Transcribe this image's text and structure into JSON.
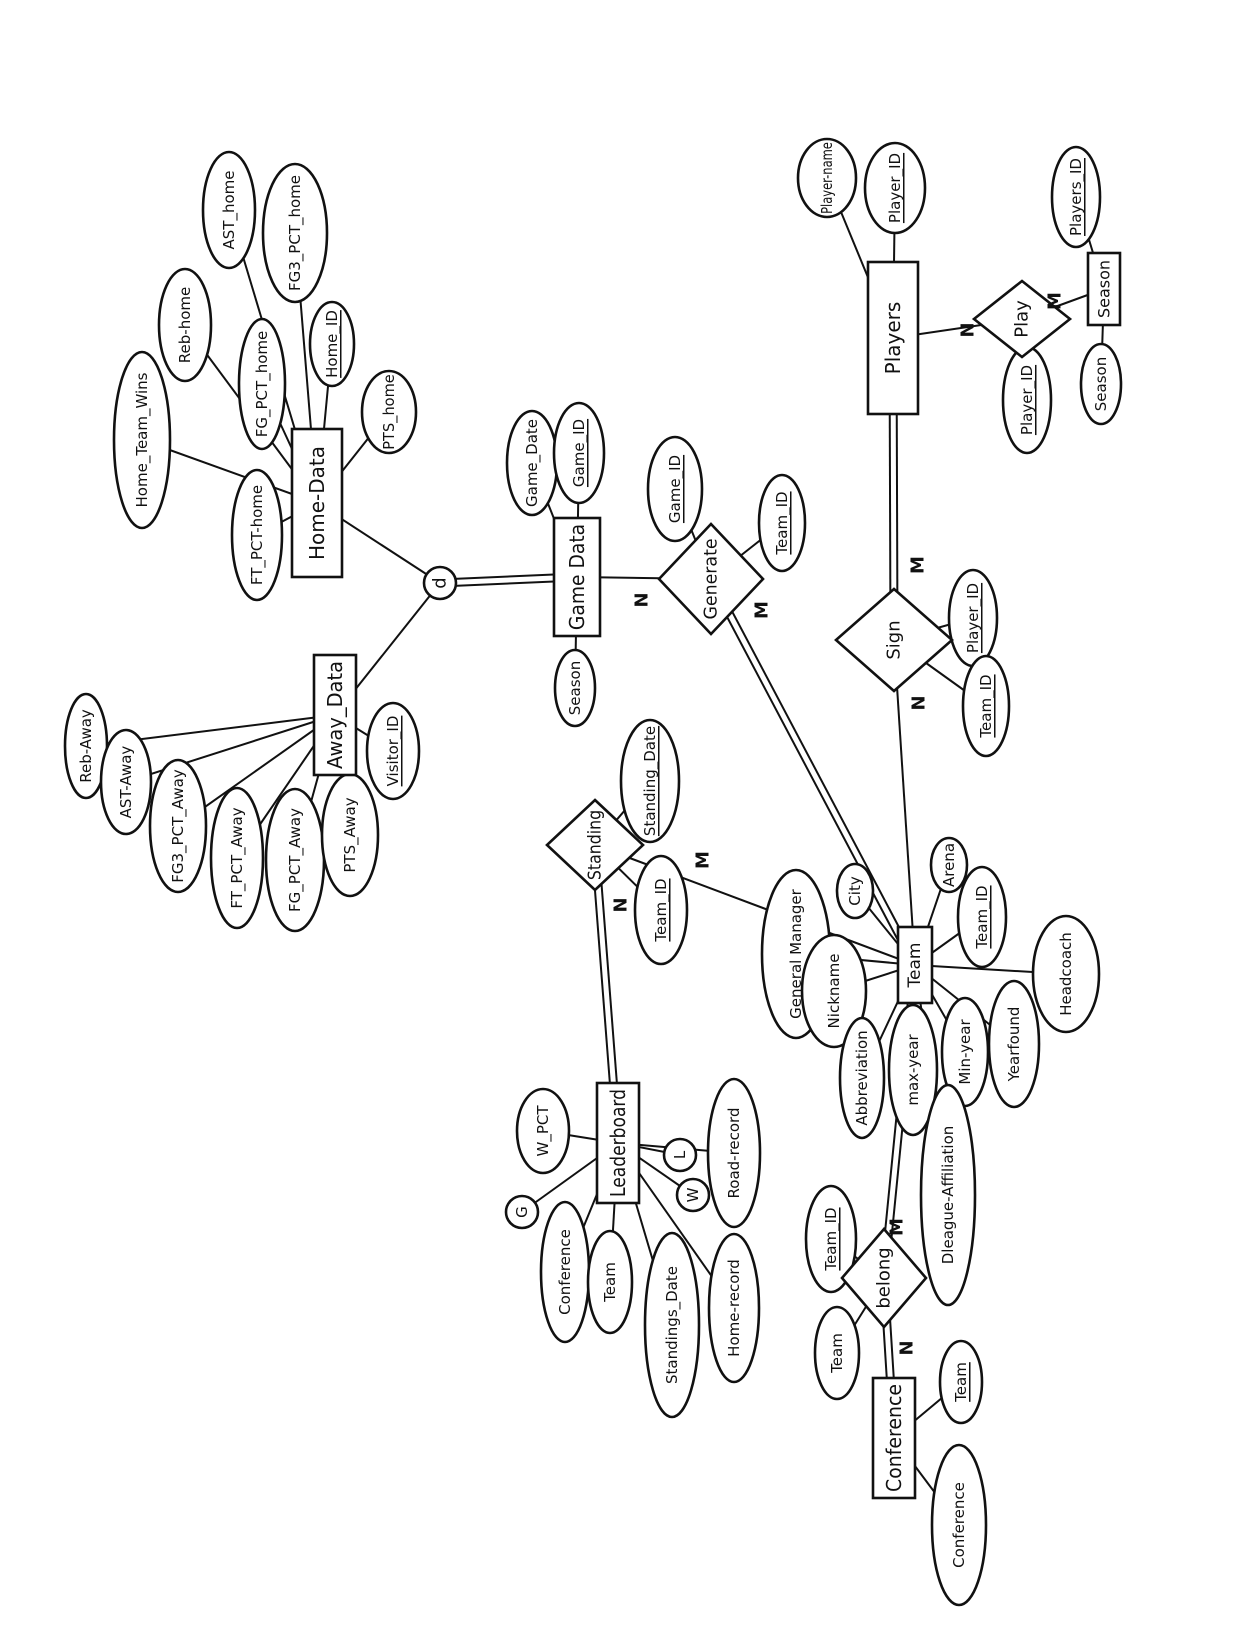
{
  "entities": [
    {
      "id": "players",
      "label": "Players"
    },
    {
      "id": "season",
      "label": "Season"
    },
    {
      "id": "home_data",
      "label": "Home-Data"
    },
    {
      "id": "game_data",
      "label": "Game Data"
    },
    {
      "id": "away_data",
      "label": "Away_Data"
    },
    {
      "id": "team",
      "label": "Team"
    },
    {
      "id": "leaderboard",
      "label": "Leaderboard"
    },
    {
      "id": "conference",
      "label": "Conference"
    }
  ],
  "relationships": [
    {
      "id": "play",
      "label": "Play"
    },
    {
      "id": "sign",
      "label": "Sign"
    },
    {
      "id": "generate",
      "label": "Generate"
    },
    {
      "id": "standing",
      "label": "Standing"
    },
    {
      "id": "belong",
      "label": "belong"
    },
    {
      "id": "disjoint",
      "label": "d"
    }
  ],
  "attributes": [
    {
      "id": "player_name",
      "label": "Player-name",
      "key": false
    },
    {
      "id": "players_id_a",
      "label": "Player_ID",
      "key": true
    },
    {
      "id": "season_players_id",
      "label": "Players_ID",
      "key": true
    },
    {
      "id": "season_season",
      "label": "Season",
      "key": false
    },
    {
      "id": "play_player_id",
      "label": "Player_ID",
      "key": true
    },
    {
      "id": "ast_home",
      "label": "AST_home",
      "key": false
    },
    {
      "id": "fg3_pct_home",
      "label": "FG3_PCT_home",
      "key": false
    },
    {
      "id": "reb_home",
      "label": "Reb-home",
      "key": false
    },
    {
      "id": "home_id",
      "label": "Home_ID",
      "key": true
    },
    {
      "id": "fg_pct_home",
      "label": "FG_PCT_home",
      "key": false
    },
    {
      "id": "pts_home",
      "label": "PTS_home",
      "key": false
    },
    {
      "id": "home_team_wins",
      "label": "Home_Team_Wins",
      "key": false
    },
    {
      "id": "ft_pct_home",
      "label": "FT_PCT-home",
      "key": false
    },
    {
      "id": "game_date",
      "label": "Game_Date",
      "key": false
    },
    {
      "id": "game_id_a",
      "label": "Game_ID",
      "key": true
    },
    {
      "id": "game_id_b",
      "label": "Game_ID",
      "key": true
    },
    {
      "id": "gen_team_id",
      "label": "Team_ID",
      "key": true
    },
    {
      "id": "gd_season",
      "label": "Season",
      "key": false
    },
    {
      "id": "sign_player_id",
      "label": "Player_ID",
      "key": true
    },
    {
      "id": "sign_team_id",
      "label": "Team_ID",
      "key": true
    },
    {
      "id": "reb_away",
      "label": "Reb-Away",
      "key": false
    },
    {
      "id": "ast_away",
      "label": "AST-Away",
      "key": false
    },
    {
      "id": "fg3_pct_away",
      "label": "FG3_PCT_Away",
      "key": false
    },
    {
      "id": "ft_pct_away",
      "label": "FT_PCT_Away",
      "key": false
    },
    {
      "id": "fg_pct_away",
      "label": "FG_PCT_Away",
      "key": false
    },
    {
      "id": "pts_away",
      "label": "PTS_Away",
      "key": false
    },
    {
      "id": "visitor_id",
      "label": "Visitor_ID",
      "key": true
    },
    {
      "id": "standing_date",
      "label": "Standing_Date",
      "key": true
    },
    {
      "id": "standing_team_id",
      "label": "Team_ID",
      "key": true
    },
    {
      "id": "arena",
      "label": "Arena",
      "key": false
    },
    {
      "id": "city",
      "label": "City",
      "key": false
    },
    {
      "id": "team_team_id",
      "label": "Team_ID",
      "key": true
    },
    {
      "id": "general_manager",
      "label": "General Manager",
      "key": false
    },
    {
      "id": "nickname",
      "label": "Nickname",
      "key": false
    },
    {
      "id": "headcoach",
      "label": "Headcoach",
      "key": false
    },
    {
      "id": "yearfound",
      "label": "Yearfound",
      "key": false
    },
    {
      "id": "min_year",
      "label": "Min-year",
      "key": false
    },
    {
      "id": "max_year",
      "label": "max-year",
      "key": false
    },
    {
      "id": "abbreviation",
      "label": "Abbreviation",
      "key": false
    },
    {
      "id": "dleague",
      "label": "Dleague-Affiliation",
      "key": false
    },
    {
      "id": "w_pct",
      "label": "W_PCT",
      "key": false
    },
    {
      "id": "lb_g",
      "label": "G",
      "key": false
    },
    {
      "id": "lb_l",
      "label": "L",
      "key": false
    },
    {
      "id": "lb_w",
      "label": "W",
      "key": false
    },
    {
      "id": "road_record",
      "label": "Road-record",
      "key": false
    },
    {
      "id": "lb_conference",
      "label": "Conference",
      "key": false
    },
    {
      "id": "lb_team",
      "label": "Team",
      "key": false
    },
    {
      "id": "standings_date",
      "label": "Standings_Date",
      "key": false
    },
    {
      "id": "home_record",
      "label": "Home-record",
      "key": false
    },
    {
      "id": "belong_team_id",
      "label": "Team_ID",
      "key": true
    },
    {
      "id": "belong_team",
      "label": "Team",
      "key": false
    },
    {
      "id": "conf_team",
      "label": "Team",
      "key": true
    },
    {
      "id": "conf_conference",
      "label": "Conference",
      "key": false
    }
  ],
  "cardinalities": [
    {
      "id": "c_play_n",
      "label": "N"
    },
    {
      "id": "c_play_m",
      "label": "M"
    },
    {
      "id": "c_sign_m",
      "label": "M"
    },
    {
      "id": "c_sign_n",
      "label": "N"
    },
    {
      "id": "c_gen_n",
      "label": "N"
    },
    {
      "id": "c_gen_m",
      "label": "M"
    },
    {
      "id": "c_stand_m",
      "label": "M"
    },
    {
      "id": "c_stand_n",
      "label": "N"
    },
    {
      "id": "c_belong_m",
      "label": "M"
    },
    {
      "id": "c_belong_n",
      "label": "N"
    }
  ]
}
